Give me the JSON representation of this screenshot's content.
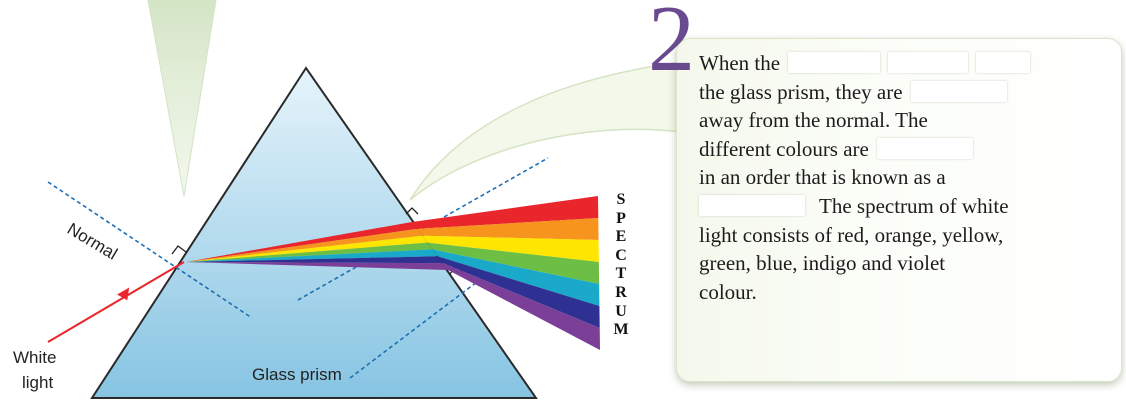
{
  "callout": {
    "number": "2",
    "lines": [
      {
        "text": "When the",
        "blanks": [
          92,
          80,
          54
        ]
      },
      {
        "text": "the glass prism, they are",
        "blanks": [
          96
        ]
      },
      {
        "text": "away from the normal. The",
        "blanks": []
      },
      {
        "text": "different colours are",
        "blanks": [
          96
        ]
      },
      {
        "text": "in an order that is known as a",
        "blanks": []
      },
      {
        "text": "The spectrum of white",
        "blanks": [],
        "lead_blank": 106
      },
      {
        "text": "light consists of red, orange, yellow,",
        "blanks": []
      },
      {
        "text": "green, blue, indigo and violet",
        "blanks": []
      },
      {
        "text": "colour.",
        "blanks": []
      }
    ]
  },
  "labels": {
    "normal": "Normal",
    "white_light_line1": "White",
    "white_light_line2": "light",
    "glass_prism": "Glass prism"
  },
  "spectrum_letters": [
    "S",
    "P",
    "E",
    "C",
    "T",
    "R",
    "U",
    "M"
  ],
  "colors": {
    "prism_top": "#d8eef8",
    "prism_bottom": "#7fc0e0",
    "prism_edge": "#2a2a2a",
    "incident_ray": "#e8262c",
    "normal_line": "#1f6fb3",
    "number": "#6a4a8e",
    "bands": [
      "#e8262c",
      "#f7941d",
      "#ffe600",
      "#6cbe45",
      "#1aa9c8",
      "#2e3192",
      "#7b3f98"
    ]
  }
}
